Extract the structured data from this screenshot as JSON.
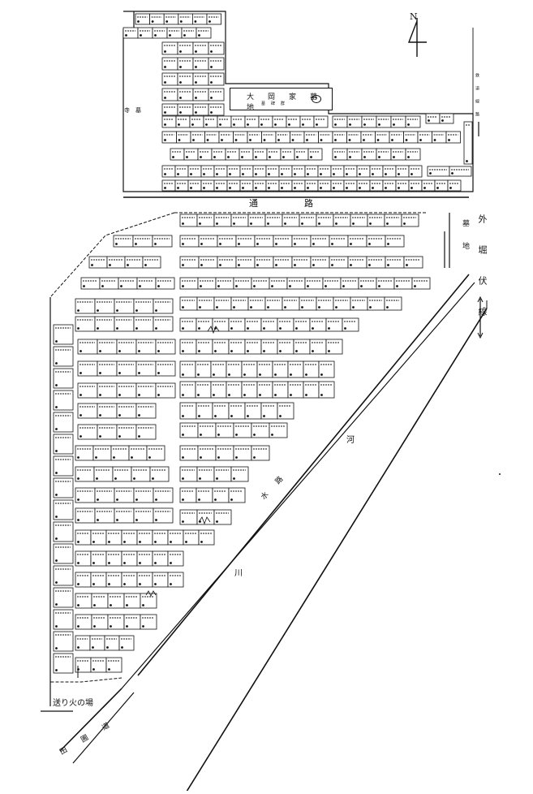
{
  "compass": {
    "north_label": "N"
  },
  "labels": {
    "temple": "寺　墓",
    "main_road": "通　　　路",
    "outer_moat_right": "外　堀　伏　線",
    "cemetery_east": "墓　地",
    "river_char_1": "河",
    "river_char_2": "川",
    "canal": "水　路",
    "fire_place": "送り火の場",
    "field_road": "田　圃　道",
    "west_rail": "鉄　道　線　路",
    "noble_graves": "大　岡　家　墓　地"
  },
  "colors": {
    "ink": "#111111",
    "paper": "#ffffff"
  }
}
